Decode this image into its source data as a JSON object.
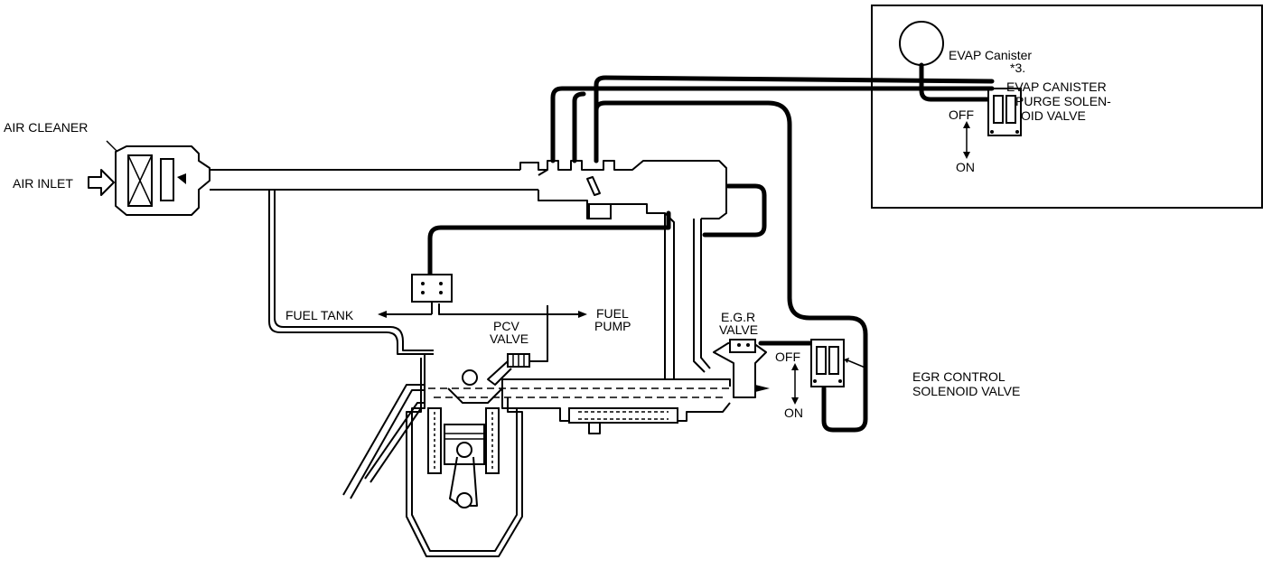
{
  "labels": {
    "air_cleaner": "AIR CLEANER",
    "air_inlet": "AIR INLET",
    "evap_canister_title": "EVAP Canister",
    "note_ref": "*3.",
    "purge_valve_line1": "EVAP CANISTER",
    "purge_valve_line2": "PURGE SOLEN-",
    "purge_valve_line3": "OID VALVE",
    "purge_off": "OFF",
    "purge_on": "ON",
    "fuel_tank": "FUEL TANK",
    "fuel_pump_line1": "FUEL",
    "fuel_pump_line2": "PUMP",
    "pcv_line1": "PCV",
    "pcv_line2": "VALVE",
    "egr_line1": "E.G.R",
    "egr_line2": "VALVE",
    "egr_off": "OFF",
    "egr_on": "ON",
    "egr_solenoid_line1": "EGR CONTROL",
    "egr_solenoid_line2": "SOLENOID VALVE"
  },
  "colors": {
    "ink": "#000000",
    "background": "#ffffff"
  }
}
